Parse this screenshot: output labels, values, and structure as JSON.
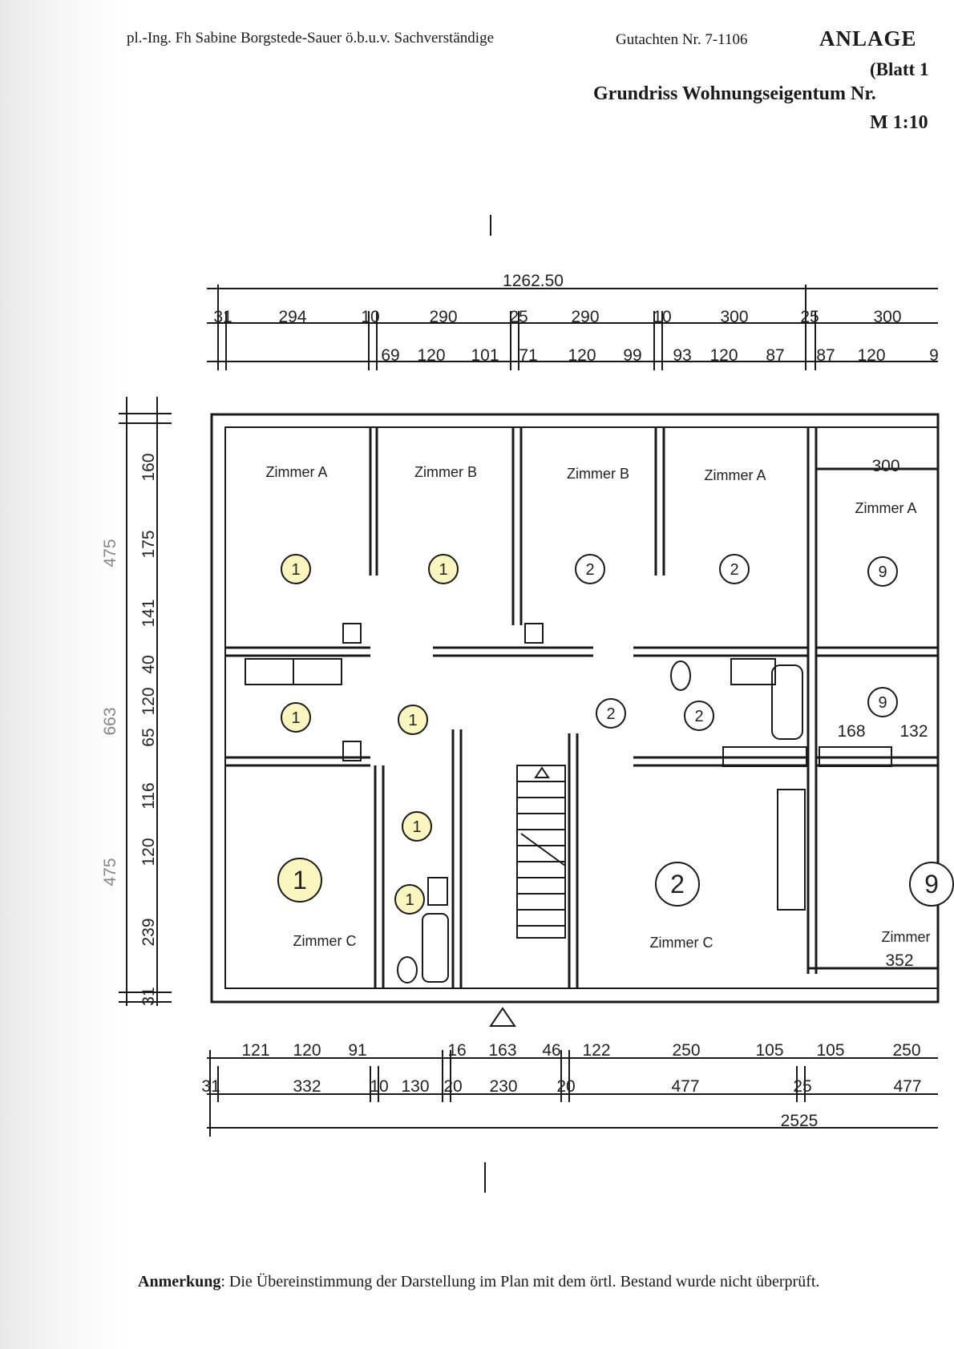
{
  "header": {
    "author": "pl.-Ing. Fh Sabine Borgstede-Sauer ö.b.u.v. Sachverständige",
    "gutachten": "Gutachten Nr. 7-1106",
    "anlage": "ANLAGE",
    "blatt": "(Blatt 1",
    "title": "Grundriss Wohnungseigentum Nr.",
    "scale": "M 1:10"
  },
  "top_dims": {
    "overall": "1262.50",
    "row1": [
      "31",
      "294",
      "10",
      "290",
      "25",
      "290",
      "10",
      "300",
      "25",
      "300"
    ],
    "row2": [
      "69",
      "120",
      "101",
      "71",
      "120",
      "99",
      "93",
      "120",
      "87",
      "87",
      "120",
      "9"
    ]
  },
  "left_dims": [
    "160",
    "175",
    "141",
    "40",
    "120",
    "65",
    "116",
    "120",
    "239",
    "31"
  ],
  "left_dims_partial": [
    "475",
    "663",
    "475"
  ],
  "bottom_dims": {
    "row1": [
      "121",
      "120",
      "91",
      "16",
      "163",
      "46",
      "122",
      "250",
      "105",
      "105",
      "250"
    ],
    "row2": [
      "31",
      "332",
      "10",
      "130",
      "20",
      "230",
      "20",
      "477",
      "25",
      "477"
    ],
    "overall": "2525"
  },
  "rooms": [
    {
      "label": "Zimmer A"
    },
    {
      "label": "Zimmer B"
    },
    {
      "label": "Zimmer B"
    },
    {
      "label": "Zimmer A"
    },
    {
      "label": "Zimmer A"
    },
    {
      "label": "Zimmer C"
    },
    {
      "label": "Zimmer C"
    },
    {
      "label": "Zimmer"
    }
  ],
  "room_dims": [
    "300",
    "168",
    "132",
    "352"
  ],
  "unit_badges": [
    {
      "num": "1",
      "highlight": true
    },
    {
      "num": "1",
      "highlight": true
    },
    {
      "num": "2",
      "highlight": false
    },
    {
      "num": "2",
      "highlight": false
    },
    {
      "num": "9",
      "highlight": false
    },
    {
      "num": "9",
      "highlight": false
    },
    {
      "num": "1",
      "highlight": true
    },
    {
      "num": "1",
      "highlight": true
    },
    {
      "num": "2",
      "highlight": false
    },
    {
      "num": "2",
      "highlight": false
    },
    {
      "num": "1",
      "highlight": true
    },
    {
      "num": "1",
      "highlight": true
    },
    {
      "num": "1",
      "highlight": true
    },
    {
      "num": "2",
      "highlight": false
    },
    {
      "num": "9",
      "highlight": false
    }
  ],
  "colors": {
    "highlight_fill": "#fbf6bf",
    "ink": "#1a1a1a"
  },
  "note": {
    "label": "Anmerkung",
    "text": ": Die Übereinstimmung der Darstellung im Plan mit dem örtl. Bestand wurde nicht überprüft."
  }
}
